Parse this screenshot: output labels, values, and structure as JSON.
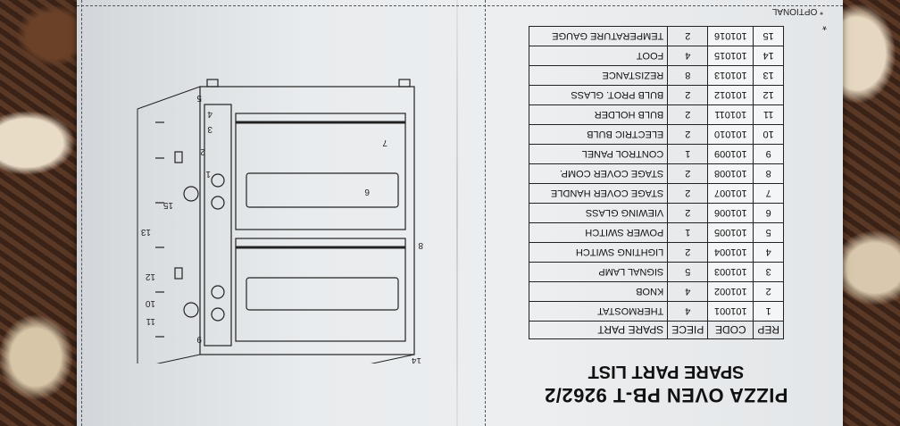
{
  "document": {
    "title": "PIZZA OVEN  PB-T 9262/2",
    "subtitle": "SPARE PART LIST",
    "columns": [
      "REP",
      "CODE",
      "PIECE",
      "SPARE PART"
    ],
    "rows": [
      {
        "rep": "1",
        "code": "101001",
        "piece": "4",
        "name": "THERMOSTAT"
      },
      {
        "rep": "2",
        "code": "101002",
        "piece": "4",
        "name": "KNOB"
      },
      {
        "rep": "3",
        "code": "101003",
        "piece": "5",
        "name": "SIGNAL LAMP"
      },
      {
        "rep": "4",
        "code": "101004",
        "piece": "2",
        "name": "LIGHTING SWITCH"
      },
      {
        "rep": "5",
        "code": "101005",
        "piece": "1",
        "name": "POWER SWITCH"
      },
      {
        "rep": "6",
        "code": "101006",
        "piece": "2",
        "name": "VIEWING GLASS"
      },
      {
        "rep": "7",
        "code": "101007",
        "piece": "2",
        "name": "STAGE COVER HANDLE"
      },
      {
        "rep": "8",
        "code": "101008",
        "piece": "2",
        "name": "STAGE COVER COMP."
      },
      {
        "rep": "9",
        "code": "101009",
        "piece": "1",
        "name": "CONTROL PANEL"
      },
      {
        "rep": "10",
        "code": "101010",
        "piece": "2",
        "name": "ELECTRIC BULB"
      },
      {
        "rep": "11",
        "code": "101011",
        "piece": "2",
        "name": "BULB HOLDER"
      },
      {
        "rep": "12",
        "code": "101012",
        "piece": "2",
        "name": "BULB PROT. GLASS"
      },
      {
        "rep": "13",
        "code": "101013",
        "piece": "8",
        "name": "REZISTANCE"
      },
      {
        "rep": "14",
        "code": "101015",
        "piece": "4",
        "name": "FOOT"
      },
      {
        "rep": "15",
        "code": "101016",
        "piece": "2",
        "name": "TEMPERATURE GAUGE"
      }
    ],
    "star": "*",
    "footnote": "* OPTIONAL"
  },
  "diagram": {
    "callouts": [
      "14",
      "8",
      "6",
      "7",
      "9",
      "11",
      "10",
      "12",
      "13",
      "15",
      "1",
      "2",
      "3",
      "4",
      "5"
    ]
  }
}
